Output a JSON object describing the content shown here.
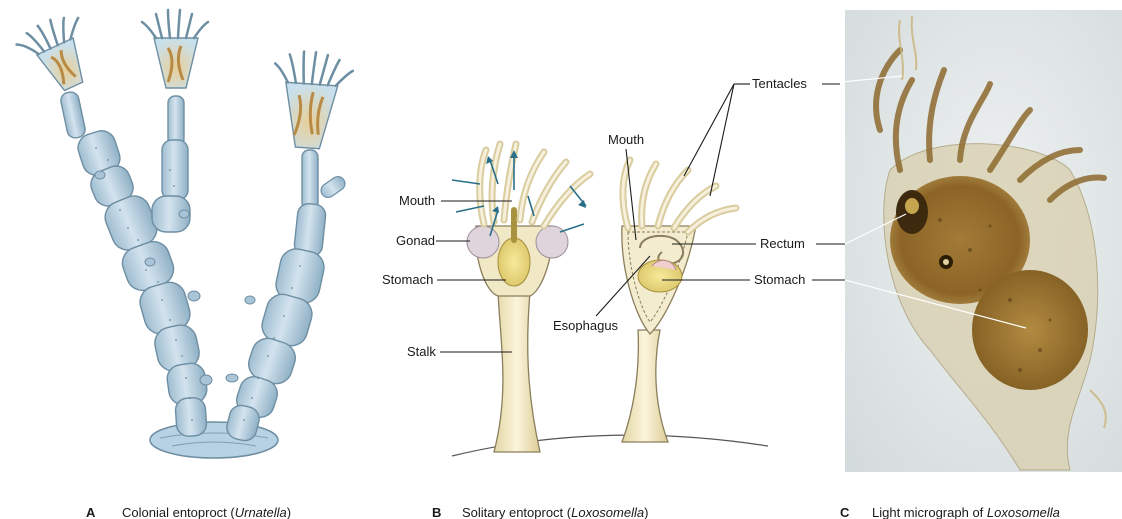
{
  "panels": {
    "a": {
      "letter": "A",
      "caption_pre": "Colonial entoproct (",
      "caption_italic": "Urnatella",
      "caption_post": ")"
    },
    "b": {
      "letter": "B",
      "caption_pre": "Solitary entoproct (",
      "caption_italic": "Loxosomella",
      "caption_post": ")"
    },
    "c": {
      "letter": "C",
      "caption_pre": "Light micrograph of ",
      "caption_italic": "Loxosomella",
      "caption_post": ""
    }
  },
  "labels": {
    "mouth_left": "Mouth",
    "gonad": "Gonad",
    "stomach_left": "Stomach",
    "stalk": "Stalk",
    "mouth_right": "Mouth",
    "esophagus": "Esophagus",
    "tentacles": "Tentacles",
    "rectum": "Rectum",
    "stomach_right": "Stomach"
  },
  "colors": {
    "colony_body": "#bcd3e2",
    "colony_outline": "#6e8ea3",
    "calyx_inner": "#d7b27a",
    "specimen_body": "#efe6c2",
    "specimen_outline": "#8a7e5c",
    "stomach": "#e6d27a",
    "gonad": "#dfd4dc",
    "ciliary_arrow": "#2a6f8a",
    "micrograph_bg": "#e4e9ea",
    "micrograph_tissue": "#9a7332"
  }
}
